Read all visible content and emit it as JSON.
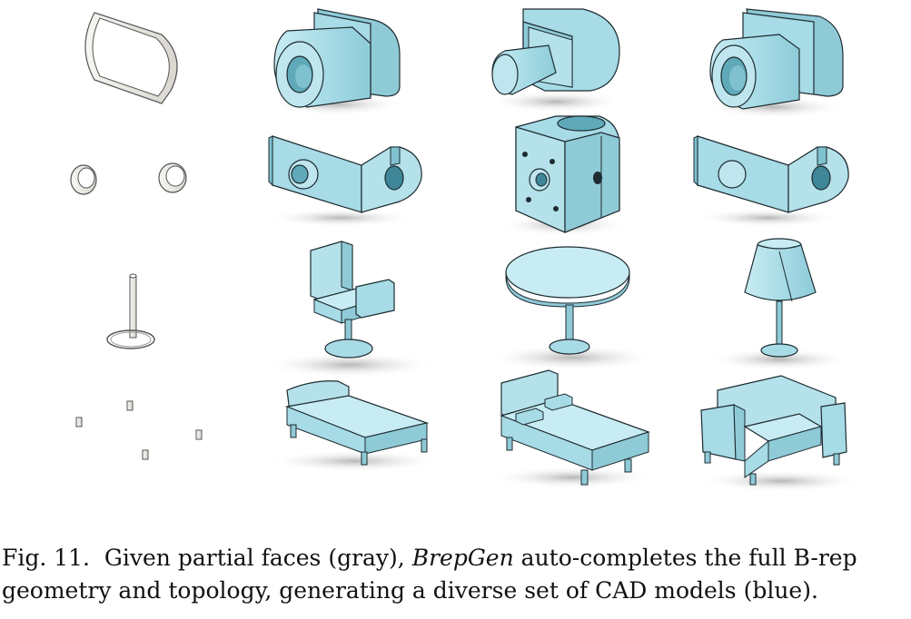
{
  "figure": {
    "colors": {
      "partial_face": "#eceae6",
      "partial_edge": "#555555",
      "model_fill": "#a7dbe6",
      "model_light": "#c8ecf3",
      "model_dark": "#7fc1cf",
      "model_edge": "#1d2b30",
      "shadow": "#c9c9c9"
    },
    "rows": [
      {
        "input_icon": "partial-loop-faces-icon",
        "outputs": [
          "pipe-fitting-a-icon",
          "pipe-fitting-b-icon",
          "pipe-fitting-c-icon"
        ]
      },
      {
        "input_icon": "partial-ring-faces-icon",
        "outputs": [
          "bracket-a-icon",
          "block-with-holes-icon",
          "bracket-b-icon"
        ]
      },
      {
        "input_icon": "partial-pole-face-icon",
        "outputs": [
          "office-chair-icon",
          "round-table-icon",
          "table-lamp-icon"
        ]
      },
      {
        "input_icon": "partial-leg-faces-icon",
        "outputs": [
          "bed-a-icon",
          "bed-b-icon",
          "armchair-icon"
        ]
      }
    ]
  },
  "caption": {
    "label": "Fig. 11.",
    "text_before": "Given partial faces (gray),",
    "name": "BrepGen",
    "text_line1_after": "auto-completes the full B-rep",
    "text_line2": "geometry and topology, generating a diverse set of CAD models (blue)."
  }
}
